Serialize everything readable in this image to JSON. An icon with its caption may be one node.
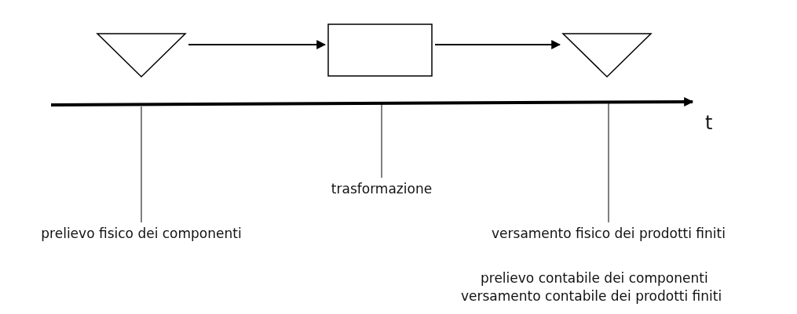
{
  "diagram": {
    "nodes": [
      {
        "text": [],
        "shape": "triangle"
      },
      {
        "text": [],
        "shape": "box"
      },
      {
        "text": [],
        "shape": "triangle"
      },
      {
        "text": [
          "prelievo fisico dei componenti"
        ]
      },
      {
        "text": [
          "trasformazione"
        ]
      },
      {
        "text": [
          "versamento fisico dei prodotti finiti"
        ]
      }
    ],
    "edges": [
      {
        "from": 0,
        "to": 1,
        "arrow": "to"
      },
      {
        "from": 1,
        "to": 2,
        "arrow": "to"
      },
      {
        "from": 3,
        "to": null,
        "arrow": "none"
      },
      {
        "from": 4,
        "to": null,
        "arrow": "none"
      },
      {
        "from": 5,
        "to": null,
        "arrow": "none"
      }
    ],
    "labels": [
      "t",
      "prelievo contabile dei componenti",
      "versamento contabile dei prodotti finiti"
    ]
  }
}
